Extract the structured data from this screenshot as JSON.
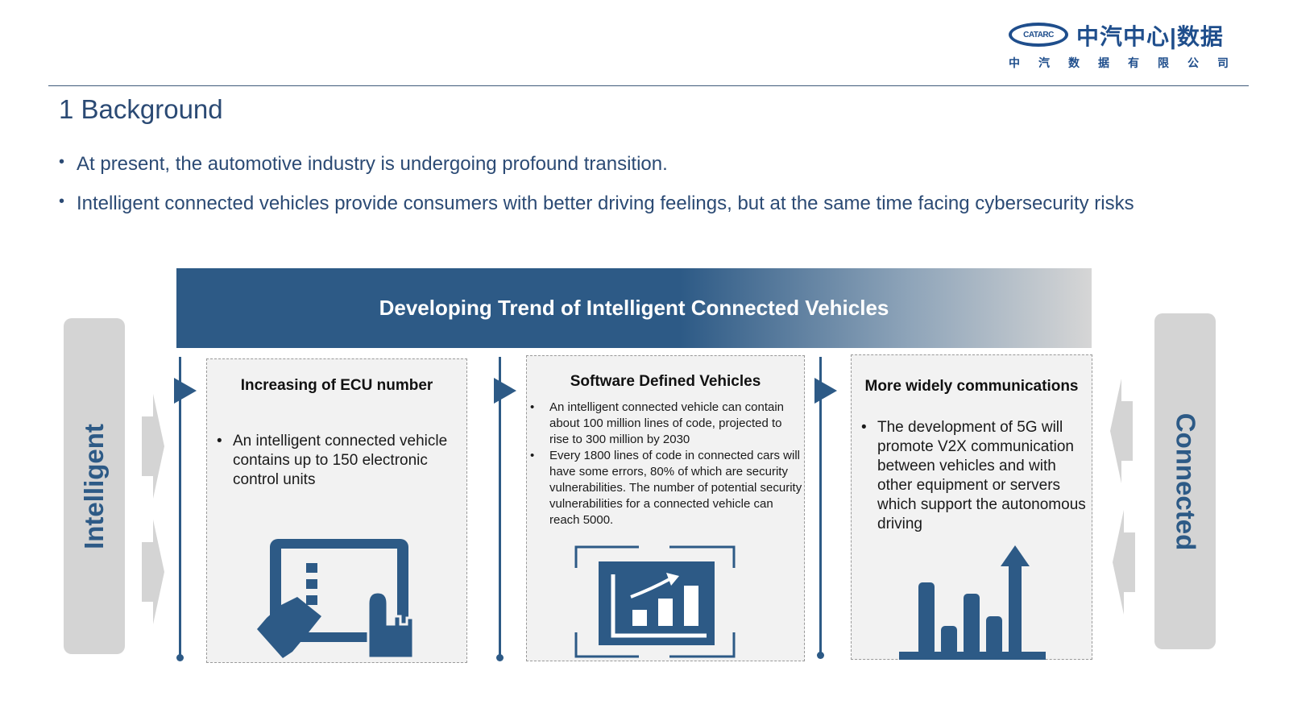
{
  "header": {
    "logo_mark": "CATARC",
    "logo_name": "中汽中心|数据",
    "logo_sub": "中汽数据有限公司"
  },
  "title": "1 Background",
  "bullets": [
    "At present, the automotive industry is undergoing profound transition.",
    "Intelligent connected vehicles provide consumers with better driving feelings, but at the same time facing cybersecurity risks"
  ],
  "banner": {
    "label": "Developing Trend of Intelligent Connected Vehicles"
  },
  "pillars": {
    "left": "Intelligent",
    "right": "Connected"
  },
  "cards": [
    {
      "title": "Increasing of ECU number",
      "items": [
        "An intelligent connected vehicle contains up to 150 electronic control units"
      ],
      "icon": "tablet-touch-icon"
    },
    {
      "title": "Software Defined Vehicles",
      "items": [
        "An intelligent connected vehicle can contain about 100 million lines of code, projected to rise to 300 million by 2030",
        "Every 1800 lines of code in connected cars will have some errors, 80% of which are security vulnerabilities. The number of potential security vulnerabilities for a connected vehicle can reach 5000."
      ],
      "icon": "growth-chart-icon"
    },
    {
      "title": "More widely communications",
      "items": [
        "The development of 5G will promote V2X communication between vehicles and with other equipment or servers which support the autonomous driving"
      ],
      "icon": "bar-chart-up-arrow-icon"
    }
  ],
  "colors": {
    "primary": "#2d5a86",
    "text_blue": "#2b4a74",
    "card_bg": "#f2f2f2",
    "pillar_bg": "#d4d4d4"
  }
}
